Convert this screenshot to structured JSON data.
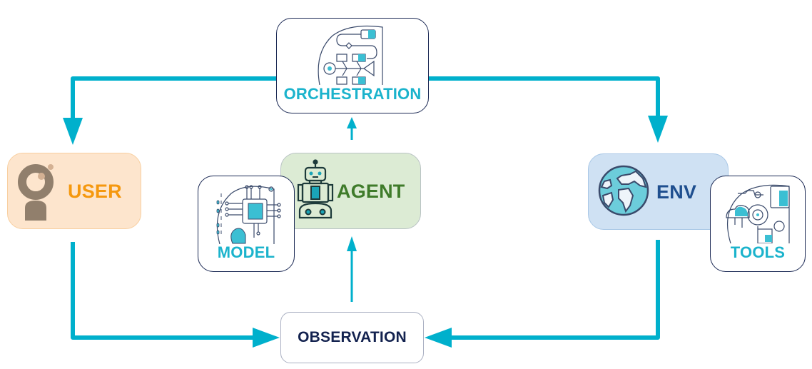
{
  "diagram": {
    "colors": {
      "arrow": "#00b0cc",
      "user_label": "#f5980e",
      "agent_label": "#3f7b2a",
      "env_label": "#1f4f8f",
      "card_label": "#1bb3cc",
      "observation_label": "#13224f"
    },
    "nodes": {
      "user": {
        "label": "USER",
        "icon": "user-icon"
      },
      "agent": {
        "label": "AGENT",
        "icon": "robot-icon"
      },
      "env": {
        "label": "ENV",
        "icon": "globe-icon"
      },
      "model": {
        "label": "MODEL",
        "icon": "circuit-brain-icon"
      },
      "tools": {
        "label": "TOOLS",
        "icon": "gears-tools-icon"
      },
      "orchestration": {
        "label": "ORCHESTRATION",
        "icon": "flowchart-icon"
      },
      "observation": {
        "label": "OBSERVATION"
      }
    },
    "edges": [
      {
        "from": "ORCHESTRATION",
        "to": "USER"
      },
      {
        "from": "ORCHESTRATION",
        "to": "ENV"
      },
      {
        "from": "USER",
        "to": "OBSERVATION"
      },
      {
        "from": "ENV",
        "to": "OBSERVATION"
      },
      {
        "from": "OBSERVATION",
        "to": "AGENT"
      },
      {
        "from": "AGENT",
        "to": "ORCHESTRATION"
      }
    ]
  }
}
